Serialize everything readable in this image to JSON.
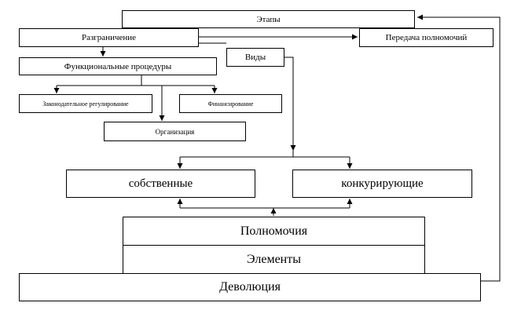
{
  "diagram": {
    "stages": "Этапы",
    "delimitation": "Разграничение",
    "transfer": "Передача полномочий",
    "types": "Виды",
    "functional": "Функциональные процедуры",
    "legislative": "Законодательное регулирование",
    "financing": "Финансирование",
    "organization": "Организация",
    "own": "собственные",
    "competing": "конкурирующие",
    "powers": "Полномочия",
    "elements": "Элементы",
    "devolution": "Деволюция"
  }
}
